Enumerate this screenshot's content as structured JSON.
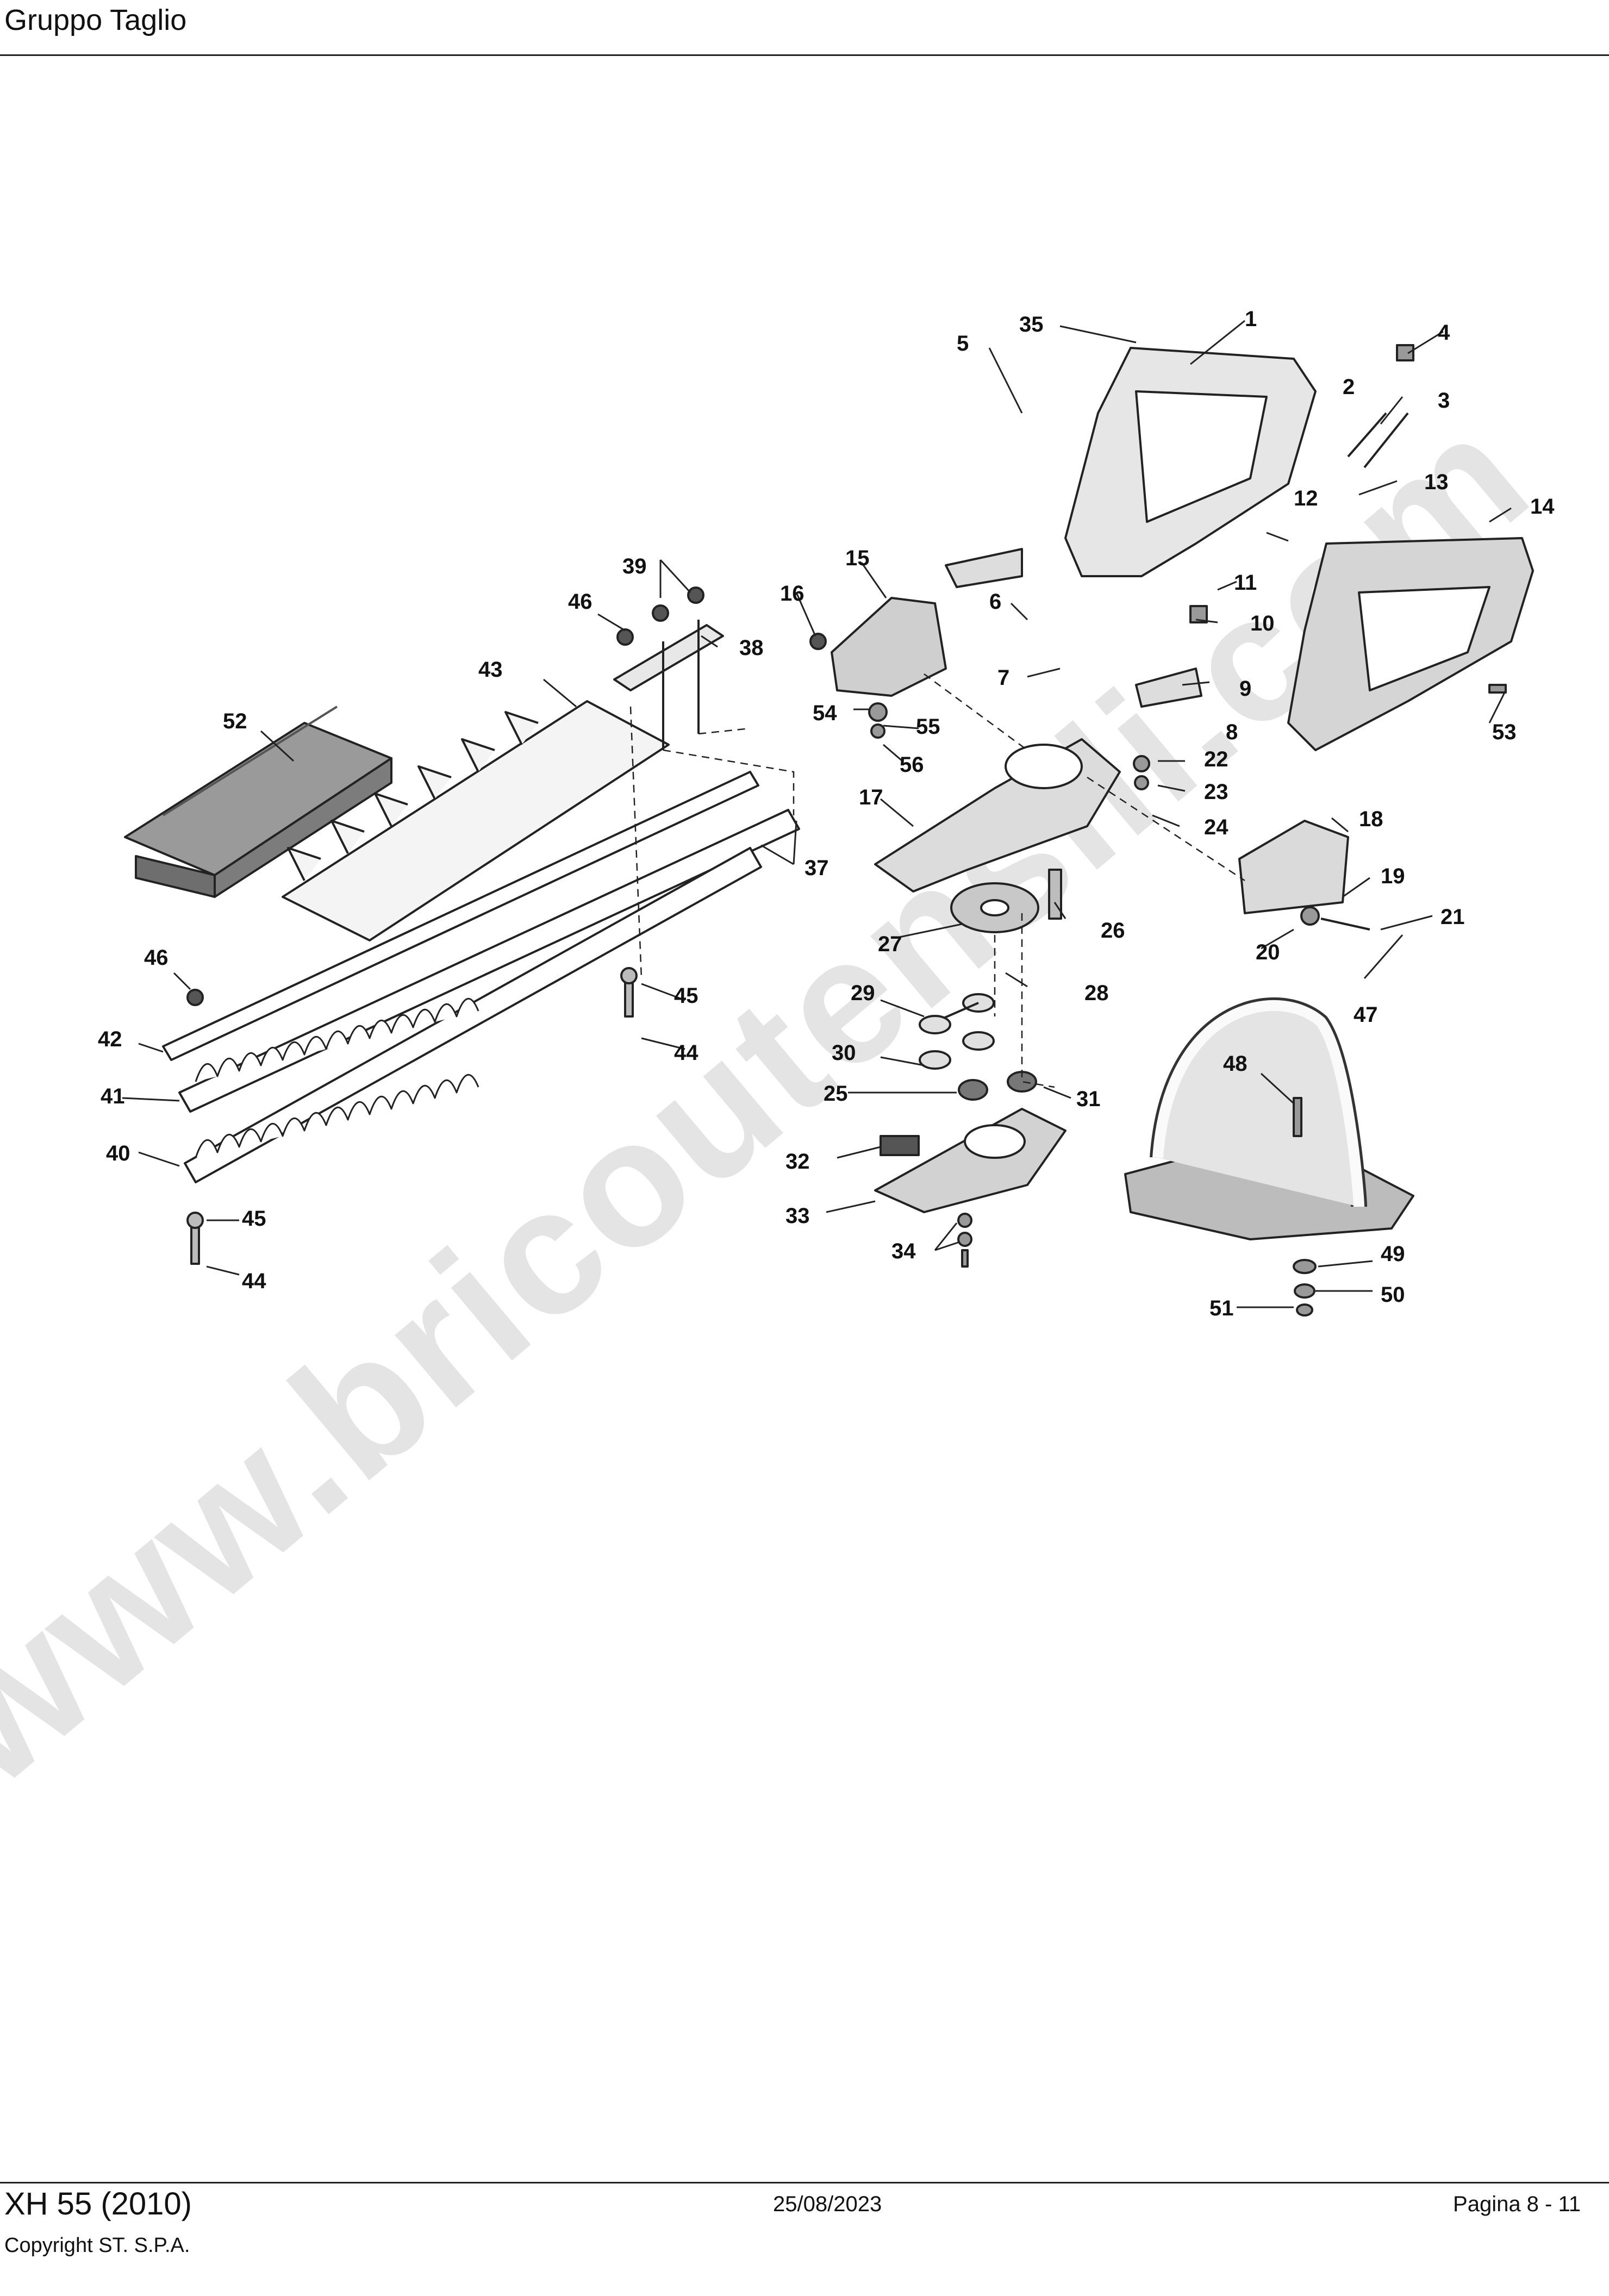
{
  "header": {
    "title": "Gruppo Taglio"
  },
  "watermark": "www.bricoutensili.com",
  "footer": {
    "model": "XH 55 (2010)",
    "copyright": "Copyright ST. S.P.A.",
    "date": "25/08/2023",
    "page": "Pagina 8 - 11"
  },
  "callouts": [
    {
      "id": "c1",
      "text": "1"
    },
    {
      "id": "c2",
      "text": "2"
    },
    {
      "id": "c3",
      "text": "3"
    },
    {
      "id": "c4",
      "text": "4"
    },
    {
      "id": "c5",
      "text": "5"
    },
    {
      "id": "c6",
      "text": "6"
    },
    {
      "id": "c7",
      "text": "7"
    },
    {
      "id": "c8",
      "text": "8"
    },
    {
      "id": "c9",
      "text": "9"
    },
    {
      "id": "c10",
      "text": "10"
    },
    {
      "id": "c11",
      "text": "11"
    },
    {
      "id": "c12",
      "text": "12"
    },
    {
      "id": "c13",
      "text": "13"
    },
    {
      "id": "c14",
      "text": "14"
    },
    {
      "id": "c15",
      "text": "15"
    },
    {
      "id": "c16",
      "text": "16"
    },
    {
      "id": "c17",
      "text": "17"
    },
    {
      "id": "c18",
      "text": "18"
    },
    {
      "id": "c19",
      "text": "19"
    },
    {
      "id": "c20",
      "text": "20"
    },
    {
      "id": "c21",
      "text": "21"
    },
    {
      "id": "c22",
      "text": "22"
    },
    {
      "id": "c23",
      "text": "23"
    },
    {
      "id": "c24",
      "text": "24"
    },
    {
      "id": "c25",
      "text": "25"
    },
    {
      "id": "c26",
      "text": "26"
    },
    {
      "id": "c27",
      "text": "27"
    },
    {
      "id": "c28",
      "text": "28"
    },
    {
      "id": "c29",
      "text": "29"
    },
    {
      "id": "c30",
      "text": "30"
    },
    {
      "id": "c31",
      "text": "31"
    },
    {
      "id": "c32",
      "text": "32"
    },
    {
      "id": "c33",
      "text": "33"
    },
    {
      "id": "c34",
      "text": "34"
    },
    {
      "id": "c35",
      "text": "35"
    },
    {
      "id": "c37",
      "text": "37"
    },
    {
      "id": "c38",
      "text": "38"
    },
    {
      "id": "c39",
      "text": "39"
    },
    {
      "id": "c40",
      "text": "40"
    },
    {
      "id": "c41",
      "text": "41"
    },
    {
      "id": "c42",
      "text": "42"
    },
    {
      "id": "c43",
      "text": "43"
    },
    {
      "id": "c44a",
      "text": "44"
    },
    {
      "id": "c44b",
      "text": "44"
    },
    {
      "id": "c45a",
      "text": "45"
    },
    {
      "id": "c45b",
      "text": "45"
    },
    {
      "id": "c46a",
      "text": "46"
    },
    {
      "id": "c46b",
      "text": "46"
    },
    {
      "id": "c47",
      "text": "47"
    },
    {
      "id": "c48",
      "text": "48"
    },
    {
      "id": "c49",
      "text": "49"
    },
    {
      "id": "c50",
      "text": "50"
    },
    {
      "id": "c51",
      "text": "51"
    },
    {
      "id": "c52",
      "text": "52"
    },
    {
      "id": "c53",
      "text": "53"
    },
    {
      "id": "c54",
      "text": "54"
    },
    {
      "id": "c55",
      "text": "55"
    },
    {
      "id": "c56",
      "text": "56"
    }
  ]
}
